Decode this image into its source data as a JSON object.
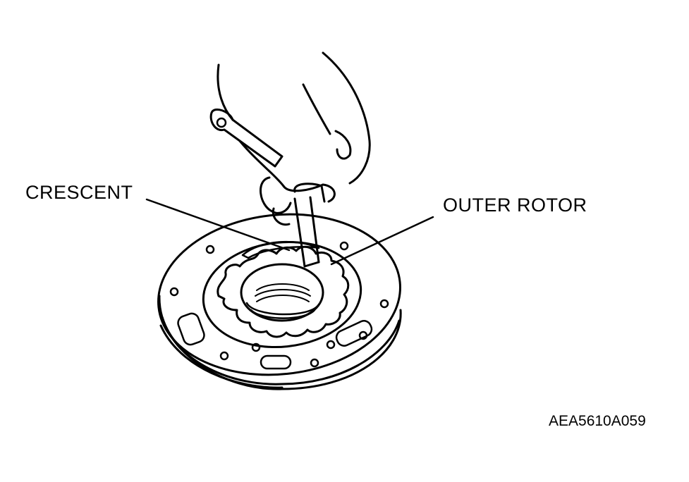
{
  "labels": {
    "crescent": "CRESCENT",
    "outer_rotor": "OUTER ROTOR"
  },
  "figure_code": "AEA5610A059"
}
